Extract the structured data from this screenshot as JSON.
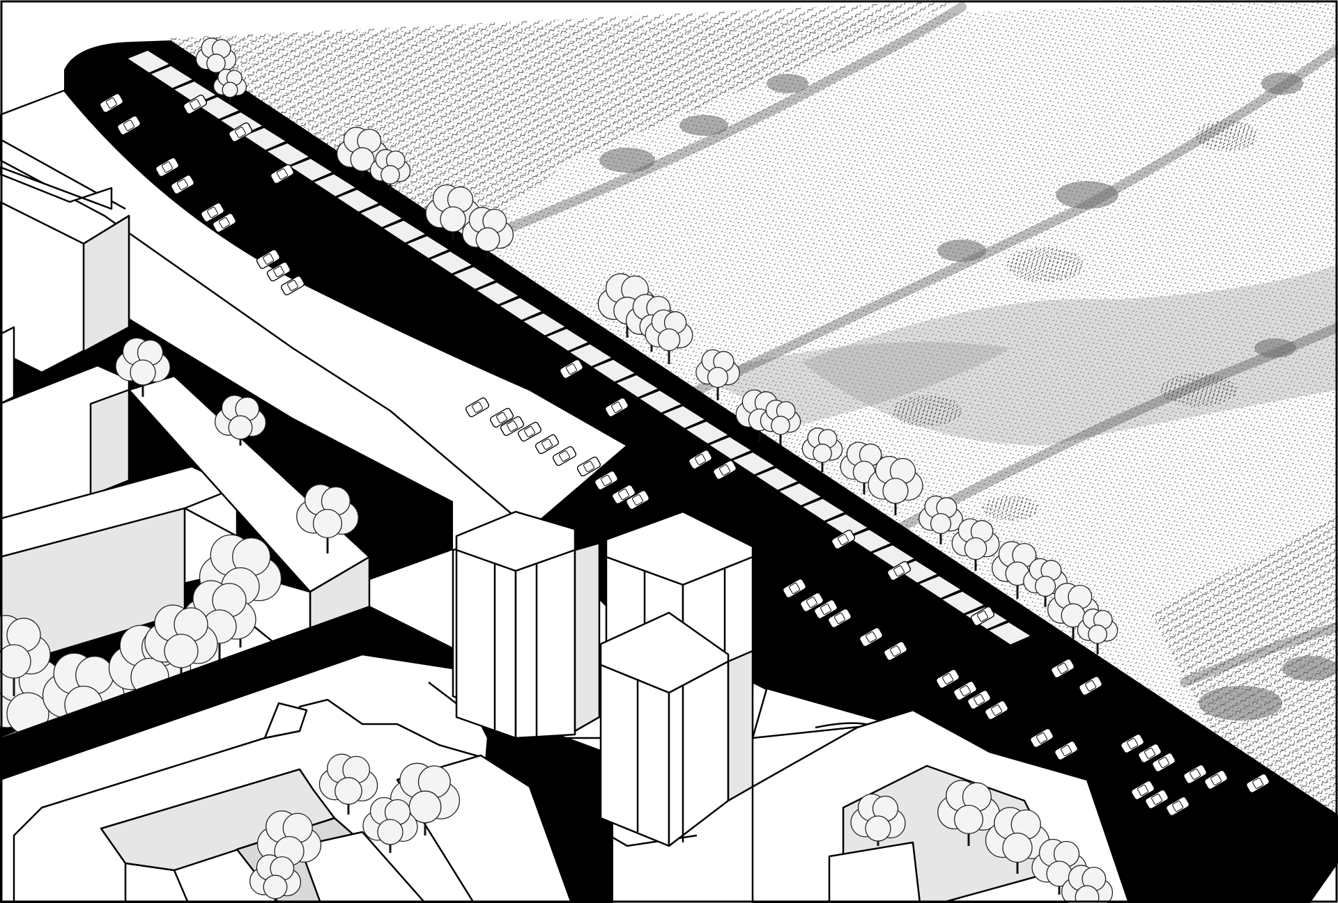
{
  "diagram": {
    "type": "axonometric-site-plan",
    "palette": {
      "road": "#000000",
      "building_face": "#ffffff",
      "building_side": "#e6e6e6",
      "field_texture": "#bdbdbd",
      "frame": "#000000"
    },
    "elements": {
      "field": "wetland-field",
      "parking_row": "parking-stalls",
      "cars": "parked-cars",
      "tree_row": "tree-buffer",
      "towers": "high-rise-blocks",
      "housing": "courtyard-housing"
    }
  }
}
